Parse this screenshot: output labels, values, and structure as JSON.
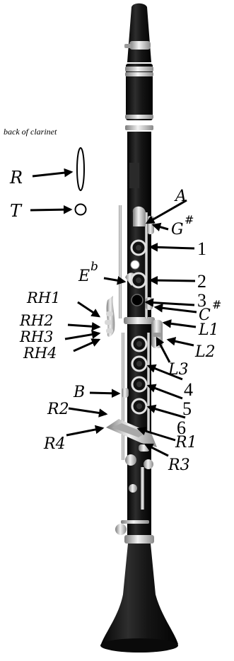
{
  "diagram": {
    "caption_back": "back of clarinet",
    "labels": {
      "R": "R",
      "T": "T",
      "A": "A",
      "G": "G",
      "G_sup": "#",
      "n1": "1",
      "E": "E",
      "E_sup": "b",
      "n2": "2",
      "n3": "3",
      "C": "C",
      "C_sup": "#",
      "RH1": "RH1",
      "RH2": "RH2",
      "RH3": "RH3",
      "RH4": "RH4",
      "L1": "L1",
      "L2": "L2",
      "L3": "L3",
      "n4": "4",
      "B": "B",
      "n5": "5",
      "R2": "R2",
      "n6": "6",
      "R4": "R4",
      "R1": "R1",
      "R3": "R3"
    },
    "colors": {
      "body": "#141414",
      "body_highlight": "#3a3a3a",
      "metal": "#c8c8c8",
      "metal_dark": "#8a8a8a",
      "arrow": "#000000"
    }
  }
}
